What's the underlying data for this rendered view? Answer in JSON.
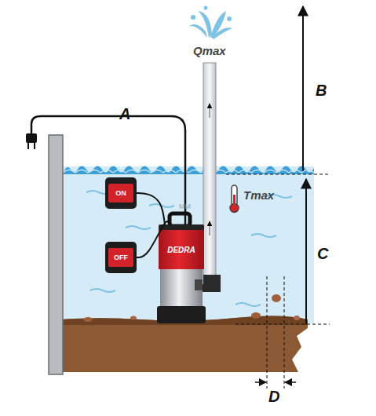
{
  "diagram": {
    "nodes": [
      {
        "text": [
          "ON"
        ]
      },
      {
        "text": [
          "OFF"
        ]
      },
      {
        "text": [
          "DEDRA"
        ]
      }
    ],
    "edges": [
      {
        "from": 0,
        "to": 2,
        "arrow": "none"
      },
      {
        "from": 1,
        "to": 2,
        "arrow": "none"
      }
    ],
    "labels": [
      "Qmax",
      "A",
      "B",
      "Tmax",
      "C",
      "D",
      "MM"
    ]
  }
}
